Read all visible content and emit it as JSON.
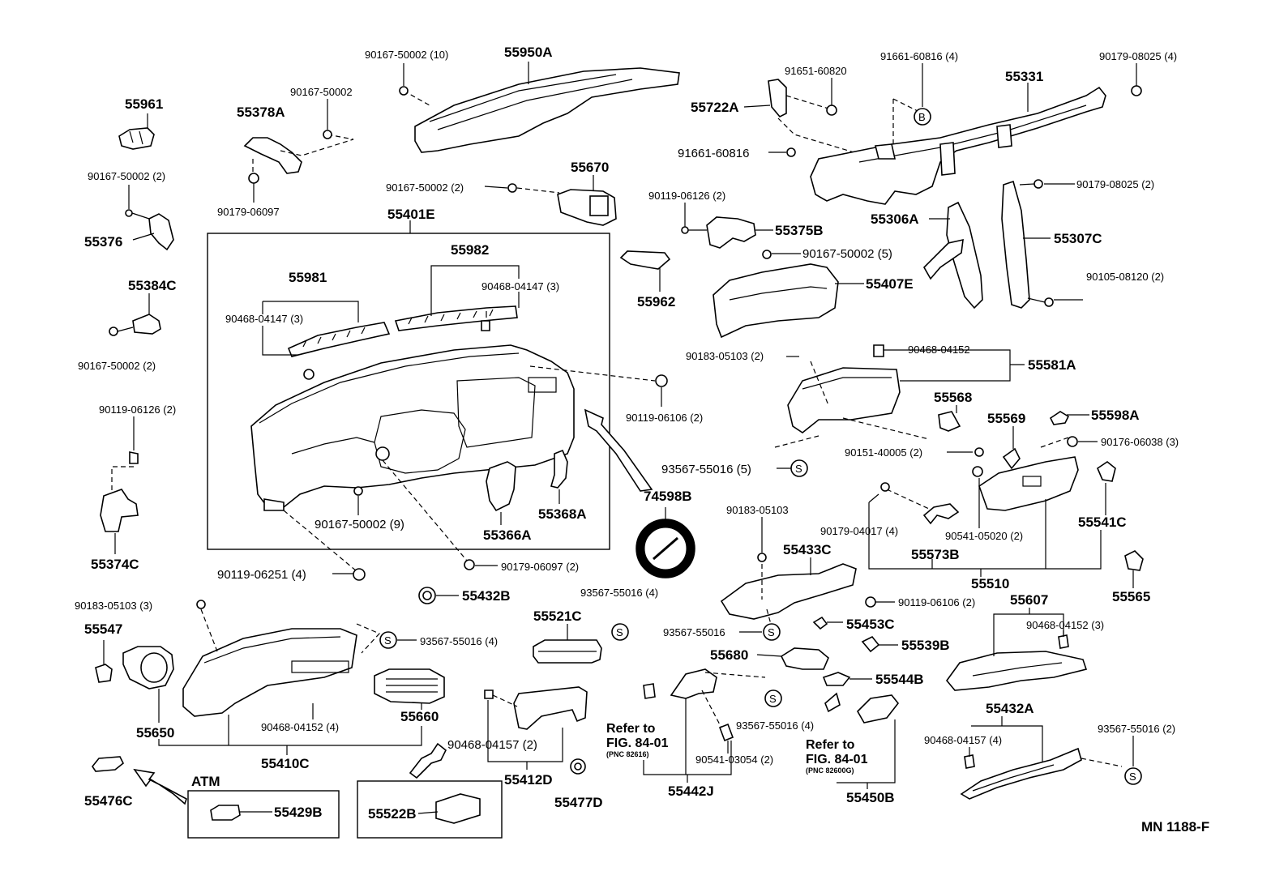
{
  "diagram_code": "MN  1188-F",
  "labels": {
    "p55961": "55961",
    "p90167_50002_2a": "90167-50002 (2)",
    "p55376": "55376",
    "p55384C": "55384C",
    "p90167_50002_2b": "90167-50002 (2)",
    "p90119_06126_2a": "90119-06126 (2)",
    "p55374C": "55374C",
    "p90167_50002_10": "90167-50002 (10)",
    "p55950A": "55950A",
    "p55378A": "55378A",
    "p90167_50002": "90167-50002",
    "p90179_06097": "90179-06097",
    "p90167_50002_2c": "90167-50002 (2)",
    "p55670": "55670",
    "p55401E": "55401E",
    "p55982": "55982",
    "p55981": "55981",
    "p90468_04147_3a": "90468-04147 (3)",
    "p90468_04147_3b": "90468-04147 (3)",
    "p90119_06106_2a": "90119-06106 (2)",
    "p90167_50002_9": "90167-50002 (9)",
    "p55368A": "55368A",
    "p55366A": "55366A",
    "p90119_06251_4": "90119-06251 (4)",
    "p90179_06097_2": "90179-06097 (2)",
    "p74598B": "74598B",
    "p55432B": "55432B",
    "p90183_05103_3": "90183-05103 (3)",
    "p55547": "55547",
    "p93567_55016_4a": "93567-55016 (4)",
    "p93567_55016_4b": "93567-55016 (4)",
    "p55521C": "55521C",
    "p55650": "55650",
    "p90468_04152_4": "90468-04152 (4)",
    "p55660": "55660",
    "p55410C": "55410C",
    "p90468_04157_2": "90468-04157 (2)",
    "p55412D": "55412D",
    "p55476C": "55476C",
    "atm": "ATM",
    "p55429B": "55429B",
    "p55522B": "55522B",
    "p55477D": "55477D",
    "p91651_60820": "91651-60820",
    "p91661_60816_4": "91661-60816 (4)",
    "p55331": "55331",
    "p90179_08025_4": "90179-08025 (4)",
    "p55722A": "55722A",
    "p91661_60816": "91661-60816",
    "p90179_08025_2": "90179-08025 (2)",
    "p90119_06126_2b": "90119-06126 (2)",
    "p55375B": "55375B",
    "p55306A": "55306A",
    "p55307C": "55307C",
    "p90167_50002_5": "90167-50002 (5)",
    "p55962": "55962",
    "p55407E": "55407E",
    "p90105_08120_2": "90105-08120 (2)",
    "p90183_05103_2": "90183-05103 (2)",
    "p90468_04152": "90468-04152",
    "p55581A": "55581A",
    "p55568": "55568",
    "p55569": "55569",
    "p55598A": "55598A",
    "p90176_06038_3": "90176-06038 (3)",
    "p93567_55016_5": "93567-55016 (5)",
    "p90151_40005_2": "90151-40005 (2)",
    "p90183_05103": "90183-05103",
    "p55433C": "55433C",
    "p90179_04017_4": "90179-04017 (4)",
    "p55573B": "55573B",
    "p90541_05020_2": "90541-05020 (2)",
    "p55541C": "55541C",
    "p55510": "55510",
    "p55565": "55565",
    "p90119_06106_2b": "90119-06106 (2)",
    "p93567_55016": "93567-55016",
    "p55453C": "55453C",
    "p55607": "55607",
    "p90468_04152_3": "90468-04152 (3)",
    "p55539B": "55539B",
    "p55680": "55680",
    "p55544B": "55544B",
    "refer_to_a": "Refer to",
    "fig_a": "FIG. 84-01",
    "pnc_a": "(PNC 82616)",
    "p93567_55016_4c": "93567-55016 (4)",
    "p90541_03054_2": "90541-03054 (2)",
    "p55442J": "55442J",
    "refer_to_b": "Refer to",
    "fig_b": "FIG. 84-01",
    "pnc_b": "(PNC 82600G)",
    "p55450B": "55450B",
    "p55432A": "55432A",
    "p90468_04157_4": "90468-04157 (4)",
    "p93567_55016_2": "93567-55016 (2)",
    "s_symbol": "S",
    "b_symbol": "B"
  }
}
